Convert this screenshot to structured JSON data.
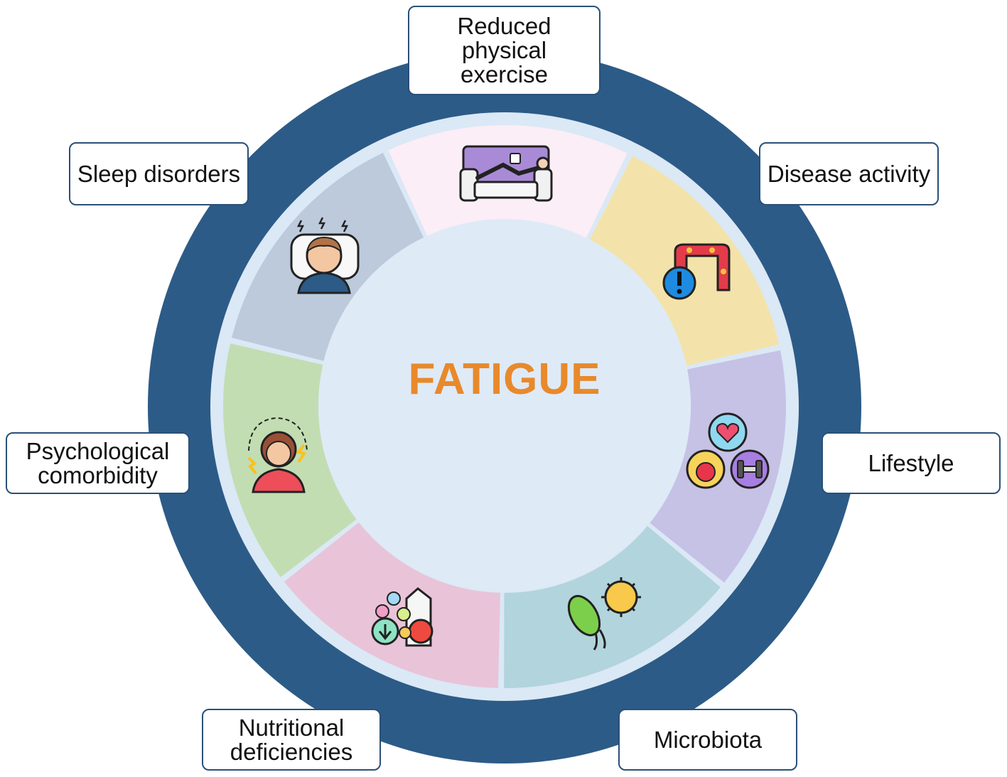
{
  "center": {
    "title": "FATIGUE"
  },
  "colors": {
    "outer_ring": "#2c5b87",
    "inner_ring_border": "#dbe8f5",
    "center_fill": "#dfeaf7",
    "title": "#e8892b",
    "box_border": "#2a5078"
  },
  "factors": [
    {
      "id": "reduced-physical-exercise",
      "label": "Reduced\nphysical\nexercise",
      "icon": "couch-lying-person-icon",
      "segment_color": "#fbeef6"
    },
    {
      "id": "disease-activity",
      "label": "Disease activity",
      "icon": "inflamed-colon-alert-icon",
      "segment_color": "#f3e3aa"
    },
    {
      "id": "lifestyle",
      "label": "Lifestyle",
      "icon": "heart-apple-dumbbell-icon",
      "segment_color": "#c6c2e6"
    },
    {
      "id": "microbiota",
      "label": "Microbiota",
      "icon": "bacteria-virus-icon",
      "segment_color": "#b2d4dc"
    },
    {
      "id": "nutritional-deficiencies",
      "label": "Nutritional\ndeficiencies",
      "icon": "vitamins-milk-apple-icon",
      "segment_color": "#e9c3d8"
    },
    {
      "id": "psychological-comorbidity",
      "label": "Psychological\ncomorbidity",
      "icon": "stressed-woman-icon",
      "segment_color": "#c3ddb2"
    },
    {
      "id": "sleep-disorders",
      "label": "Sleep disorders",
      "icon": "sleepless-person-pillow-icon",
      "segment_color": "#bccadc"
    }
  ]
}
